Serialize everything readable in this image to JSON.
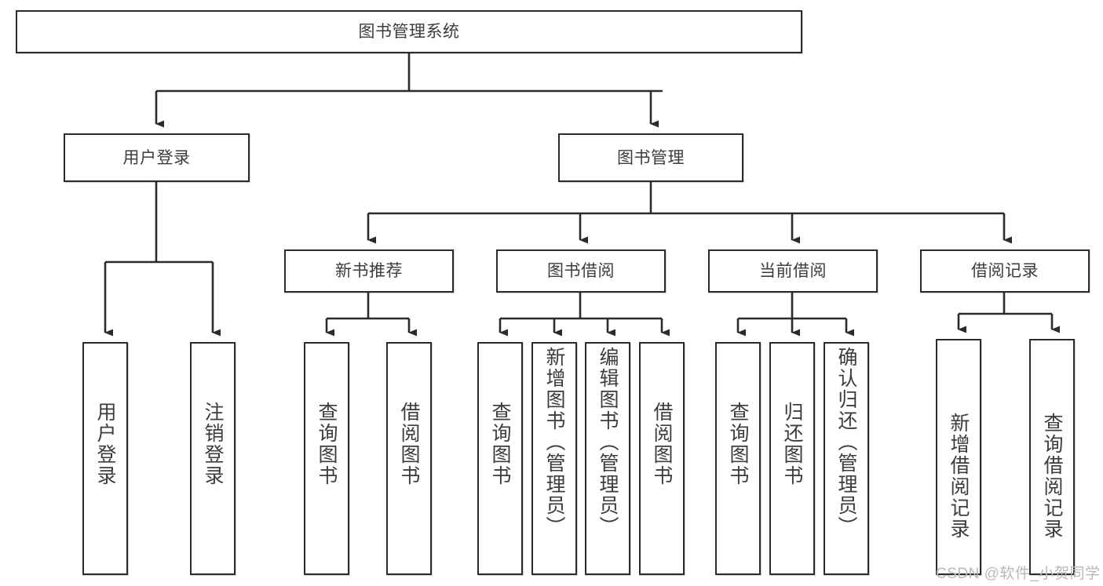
{
  "diagram": {
    "title": "图书管理系统",
    "type": "hierarchy-tree",
    "root": {
      "label": "图书管理系统"
    },
    "level2": [
      {
        "label": "用户登录"
      },
      {
        "label": "图书管理"
      }
    ],
    "level3": [
      {
        "label": "新书推荐"
      },
      {
        "label": "图书借阅"
      },
      {
        "label": "当前借阅"
      },
      {
        "label": "借阅记录"
      }
    ],
    "leaves": {
      "user_login": [
        {
          "label": "用户登录"
        },
        {
          "label": "注销登录"
        }
      ],
      "new_book_recommend": [
        {
          "label": "查询图书"
        },
        {
          "label": "借阅图书"
        }
      ],
      "book_borrow": [
        {
          "label": "查询图书"
        },
        {
          "label": "新增图书（管理员）"
        },
        {
          "label": "编辑图书（管理员）"
        },
        {
          "label": "借阅图书"
        }
      ],
      "current_borrow": [
        {
          "label": "查询图书"
        },
        {
          "label": "归还图书"
        },
        {
          "label": "确认归还（管理员）"
        }
      ],
      "borrow_records": [
        {
          "label": "新增借阅记录"
        },
        {
          "label": "查询借阅记录"
        }
      ]
    }
  },
  "watermark": {
    "text": "CSDN @软件_小贺同学"
  },
  "colors": {
    "box_border": "#2b2b2b",
    "box_fill": "#ffffff",
    "text": "#3c3c3c",
    "line": "#2b2b2b",
    "watermark": "#b9b9b9"
  }
}
